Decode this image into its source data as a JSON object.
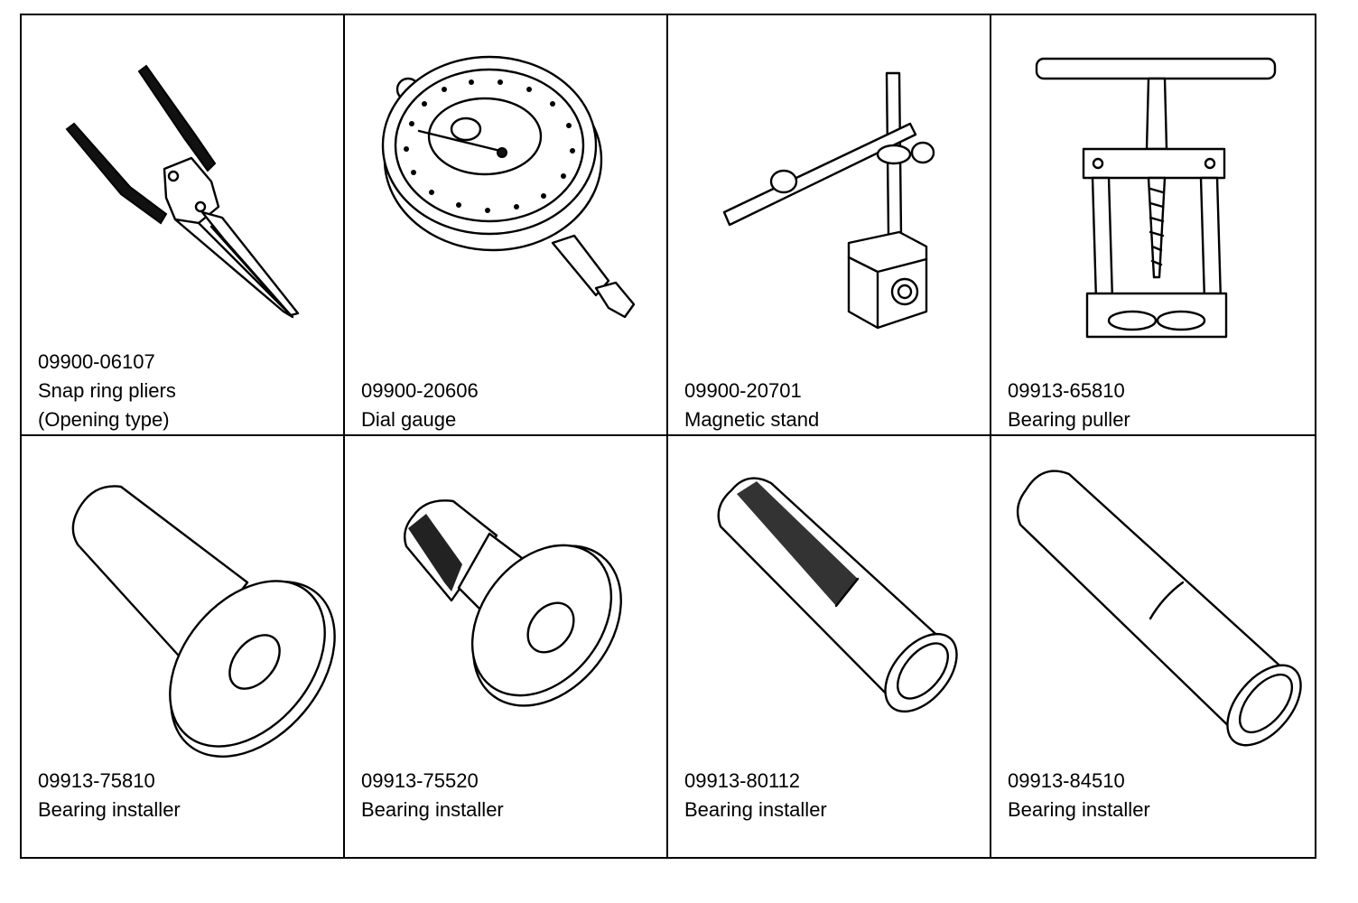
{
  "tools": [
    {
      "part_number": "09900-06107",
      "name": "Snap ring pliers",
      "note": "(Opening type)",
      "icon": "snap-ring-pliers"
    },
    {
      "part_number": "09900-20606",
      "name": "Dial gauge",
      "note": "",
      "icon": "dial-gauge"
    },
    {
      "part_number": "09900-20701",
      "name": "Magnetic stand",
      "note": "",
      "icon": "magnetic-stand"
    },
    {
      "part_number": "09913-65810",
      "name": "Bearing puller",
      "note": "",
      "icon": "bearing-puller"
    },
    {
      "part_number": "09913-75810",
      "name": "Bearing installer",
      "note": "",
      "icon": "bearing-installer-flanged"
    },
    {
      "part_number": "09913-75520",
      "name": "Bearing installer",
      "note": "",
      "icon": "bearing-installer-knurled"
    },
    {
      "part_number": "09913-80112",
      "name": "Bearing installer",
      "note": "",
      "icon": "bearing-installer-tube-knurled"
    },
    {
      "part_number": "09913-84510",
      "name": "Bearing installer",
      "note": "",
      "icon": "bearing-installer-tube"
    }
  ]
}
